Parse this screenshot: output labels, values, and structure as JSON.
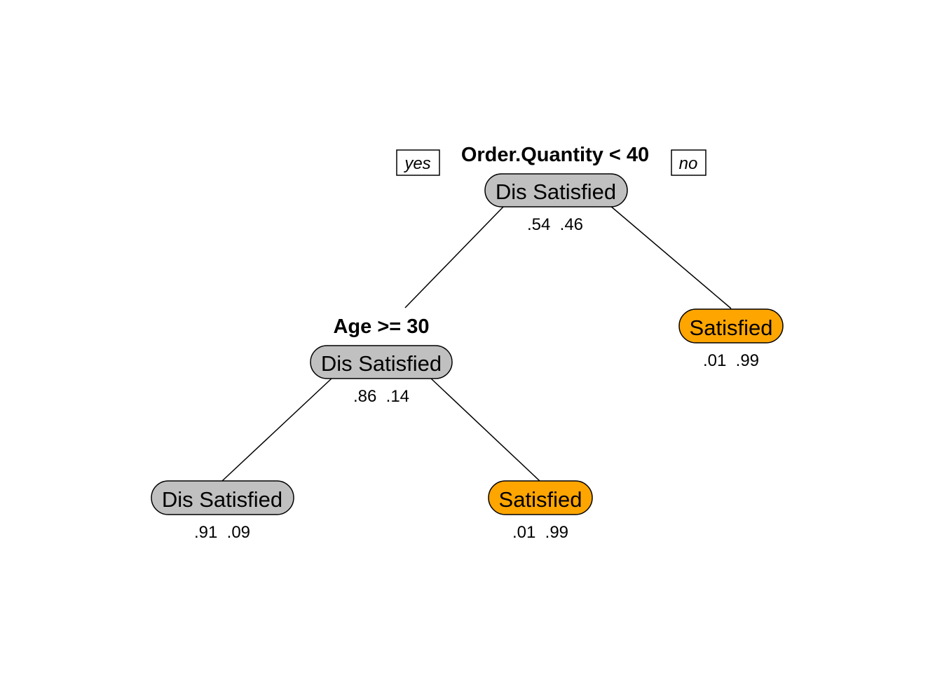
{
  "colors": {
    "class_dis_satisfied": "#c0c0c0",
    "class_satisfied": "#ffa500",
    "edge": "#000000"
  },
  "branch_labels": {
    "yes": "yes",
    "no": "no"
  },
  "nodes": {
    "root": {
      "split": "Order.Quantity < 40",
      "class": "Dis Satisfied",
      "probs": ".54  .46"
    },
    "age": {
      "split": "Age >= 30",
      "class": "Dis Satisfied",
      "probs": ".86  .14"
    },
    "right_leaf": {
      "class": "Satisfied",
      "probs": ".01  .99"
    },
    "left_leaf": {
      "class": "Dis Satisfied",
      "probs": ".91  .09"
    },
    "mid_leaf": {
      "class": "Satisfied",
      "probs": ".01  .99"
    }
  }
}
